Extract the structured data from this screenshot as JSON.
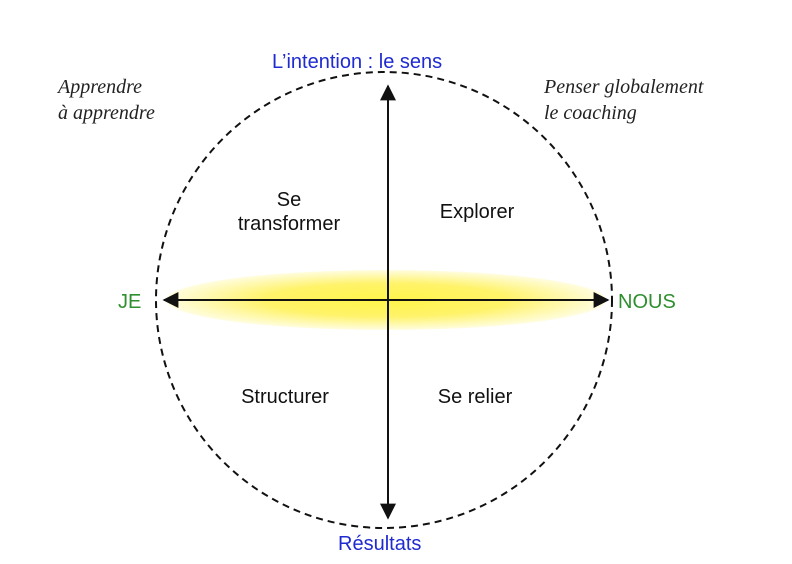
{
  "axes": {
    "top": "L’intention : le sens",
    "bottom": "Résultats",
    "left": "JE",
    "right": "NOUS"
  },
  "quadrants": {
    "top_left": "Se\ntransformer",
    "top_right": "Explorer",
    "bottom_left": "Structurer",
    "bottom_right": "Se relier"
  },
  "corners": {
    "top_left": "Apprendre\nà apprendre",
    "top_right": "Penser globalement\nle coaching"
  },
  "colors": {
    "axis_vertical_labels": "#1f2bd0",
    "axis_horizontal_labels": "#2f8f2f",
    "glow_center": "#fff44a",
    "glow_edge": "#fffbd0",
    "circle_stroke": "#111111"
  }
}
